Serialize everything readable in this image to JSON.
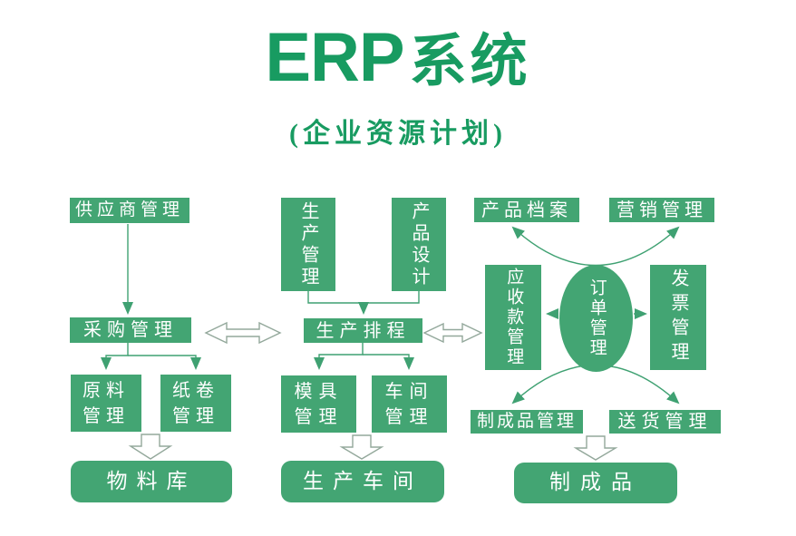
{
  "title": {
    "brand": "ERP",
    "suffix": "系统",
    "subtitle": "(企业资源计划)"
  },
  "colors": {
    "box_fill": "#43a573",
    "title_green": "#189b61",
    "arrow_green": "#3fa172",
    "hollow_arrow_outline": "#93a89b",
    "node_text": "#ffffff",
    "background": "#ffffff"
  },
  "nodes": {
    "supplier": {
      "label": "供应商管理"
    },
    "purchasing": {
      "label": "采购管理"
    },
    "raw_material": {
      "label": "原料\n管理"
    },
    "paper_roll": {
      "label": "纸卷\n管理"
    },
    "material_warehouse": {
      "label": "物料库"
    },
    "production_mgmt": {
      "label": "生产管理"
    },
    "product_design": {
      "label": "产品设计"
    },
    "production_scheduling": {
      "label": "生产排程"
    },
    "mold_mgmt": {
      "label": "模具\n管理"
    },
    "workshop_mgmt": {
      "label": "车间\n管理"
    },
    "production_workshop": {
      "label": "生产车间"
    },
    "product_archive": {
      "label": "产品档案"
    },
    "marketing": {
      "label": "营销管理"
    },
    "receivables": {
      "label": "应收款管理"
    },
    "order_mgmt": {
      "label": "订单管理"
    },
    "invoice": {
      "label": "发票管理"
    },
    "finished_goods_mgmt": {
      "label": "制成品管理"
    },
    "delivery": {
      "label": "送货管理"
    },
    "finished_goods": {
      "label": "制成品"
    }
  }
}
